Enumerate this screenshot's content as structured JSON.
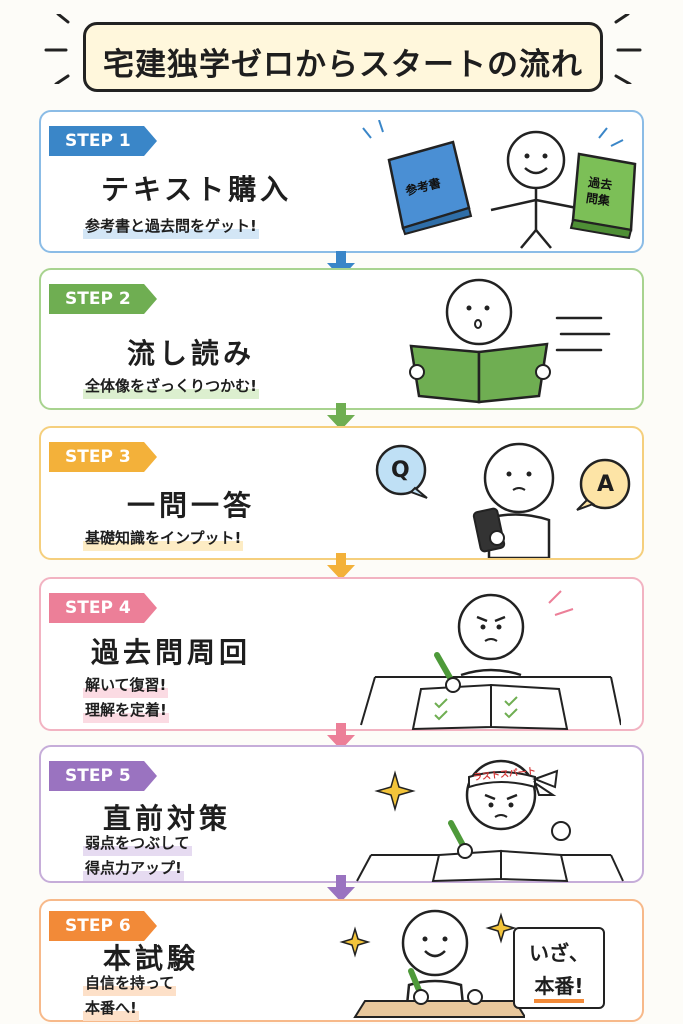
{
  "title": "宅建独学ゼロからスタートの流れ",
  "steps": [
    {
      "badge": "STEP 1",
      "title": "テキスト購入",
      "lines": [
        "参考書と過去問をゲット!"
      ],
      "book_left": "参考書",
      "book_right": "過去問集",
      "color": "#3a86c8",
      "light": "#d3e6f6"
    },
    {
      "badge": "STEP 2",
      "title": "流し読み",
      "lines": [
        "全体像をざっくりつかむ!"
      ],
      "color": "#6fae52",
      "light": "#dcefcf"
    },
    {
      "badge": "STEP 3",
      "title": "一問一答",
      "lines": [
        "基礎知識をインプット!"
      ],
      "bubble_q": "Q",
      "bubble_a": "A",
      "color": "#f3b13a",
      "light": "#fdecc4"
    },
    {
      "badge": "STEP 4",
      "title": "過去問周回",
      "lines": [
        "解いて復習!",
        "理解を定着!"
      ],
      "color": "#ec7f98",
      "light": "#fbdbe3"
    },
    {
      "badge": "STEP 5",
      "title": "直前対策",
      "lines": [
        "弱点をつぶして",
        "得点力アップ!"
      ],
      "headband": "ラストスパート",
      "color": "#9a73c0",
      "light": "#e6dbf1"
    },
    {
      "badge": "STEP 6",
      "title": "本試験",
      "lines": [
        "自信を持って",
        "本番へ!"
      ],
      "sign_top": "いざ、",
      "sign_bottom": "本番!",
      "color": "#f28a38",
      "light": "#fde0c8"
    }
  ]
}
